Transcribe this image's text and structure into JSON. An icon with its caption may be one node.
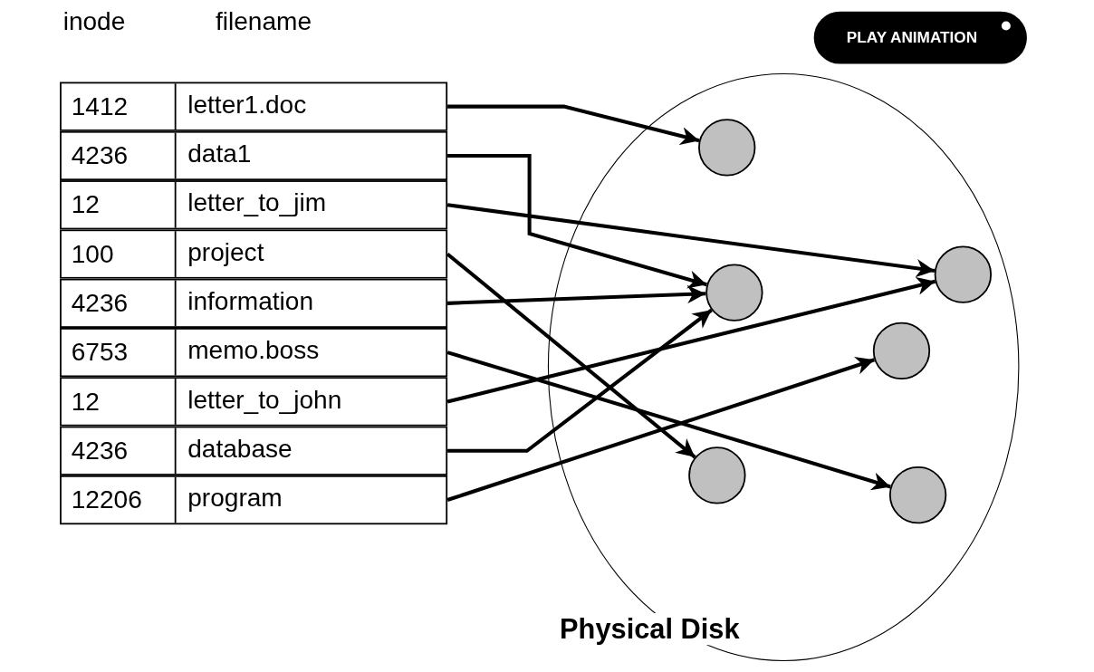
{
  "diagram": {
    "nodes": [
      {
        "text": [
          "1412",
          "letter1.doc"
        ]
      },
      {
        "text": [
          "4236",
          "data1"
        ]
      },
      {
        "text": [
          "12",
          "letter_to_jim"
        ]
      },
      {
        "text": [
          "100",
          "project"
        ]
      },
      {
        "text": [
          "4236",
          "information"
        ]
      },
      {
        "text": [
          "6753",
          "memo.boss"
        ]
      },
      {
        "text": [
          "12",
          "letter_to_john"
        ]
      },
      {
        "text": [
          "4236",
          "database"
        ]
      },
      {
        "text": [
          "12206",
          "program"
        ]
      },
      {
        "text": [
          "Physical Disk"
        ]
      },
      {
        "text": [],
        "shape": "circle",
        "in": 9
      },
      {
        "text": [],
        "shape": "circle",
        "in": 9
      },
      {
        "text": [],
        "shape": "circle",
        "in": 9
      },
      {
        "text": [],
        "shape": "circle",
        "in": 9
      },
      {
        "text": [],
        "shape": "circle",
        "in": 9
      },
      {
        "text": [],
        "shape": "circle",
        "in": 9
      }
    ],
    "edges": [
      {
        "from": 0,
        "to": 10,
        "arrow": "to"
      },
      {
        "from": 1,
        "to": 12,
        "arrow": "to"
      },
      {
        "from": 2,
        "to": 11,
        "arrow": "to"
      },
      {
        "from": 3,
        "to": 14,
        "arrow": "to"
      },
      {
        "from": 4,
        "to": 12,
        "arrow": "to"
      },
      {
        "from": 5,
        "to": 15,
        "arrow": "to"
      },
      {
        "from": 6,
        "to": 11,
        "arrow": "to"
      },
      {
        "from": 7,
        "to": 12,
        "arrow": "to"
      },
      {
        "from": 8,
        "to": 13,
        "arrow": "to"
      }
    ],
    "labels": [
      "inode",
      "filename",
      "PLAY ANIMATION"
    ]
  }
}
